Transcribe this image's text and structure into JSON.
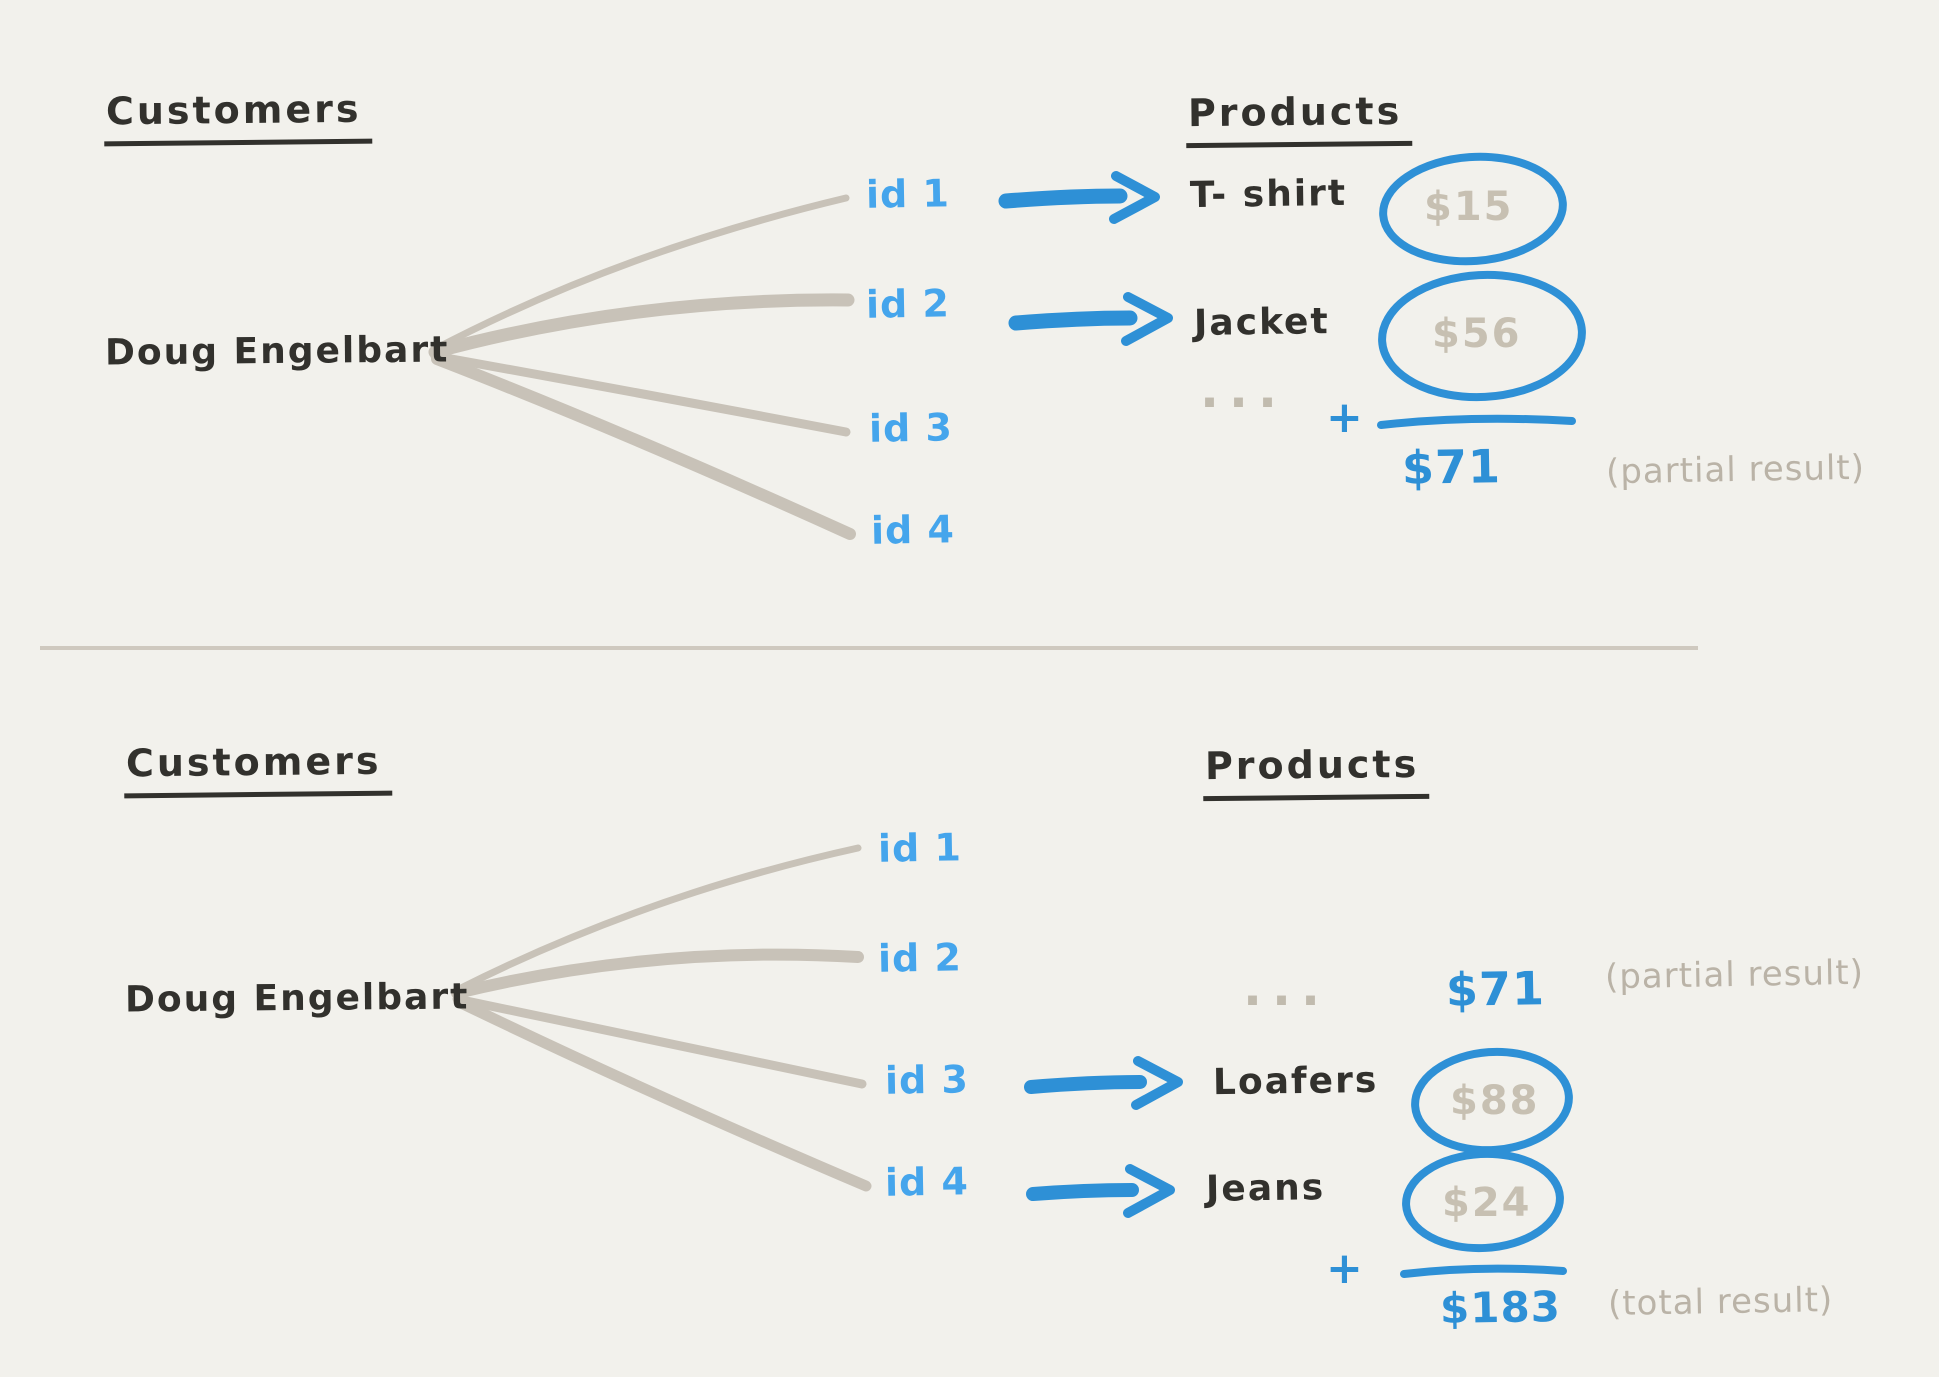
{
  "colors": {
    "background": "#f2f1ec",
    "ink": "#32312d",
    "blue_marker": "#2e90d6",
    "blue_id": "#45a5ec",
    "gray_line": "#c8c2b8",
    "gray_price": "#c7c0b2",
    "gray_note": "#bab3a7",
    "divider": "#cfc9bf"
  },
  "top_panel": {
    "customers_heading": "Customers",
    "products_heading": "Products",
    "customer_name": "Doug Engelbart",
    "ids": [
      "id 1",
      "id 2",
      "id 3",
      "id 4"
    ],
    "mappings": [
      {
        "id_ref": "id 1",
        "product": "T- shirt",
        "price": "$15"
      },
      {
        "id_ref": "id 2",
        "product": "Jacket",
        "price": "$56"
      }
    ],
    "ellipsis": "...",
    "plus": "+",
    "sum": "$71",
    "sum_note": "(partial result)"
  },
  "bottom_panel": {
    "customers_heading": "Customers",
    "products_heading": "Products",
    "customer_name": "Doug Engelbart",
    "ids": [
      "id 1",
      "id 2",
      "id 3",
      "id 4"
    ],
    "carryover": {
      "ellipsis": "...",
      "sum": "$71",
      "note": "(partial result)"
    },
    "mappings": [
      {
        "id_ref": "id 3",
        "product": "Loafers",
        "price": "$88"
      },
      {
        "id_ref": "id 4",
        "product": "Jeans",
        "price": "$24"
      }
    ],
    "plus": "+",
    "sum": "$183",
    "sum_note": "(total result)"
  }
}
